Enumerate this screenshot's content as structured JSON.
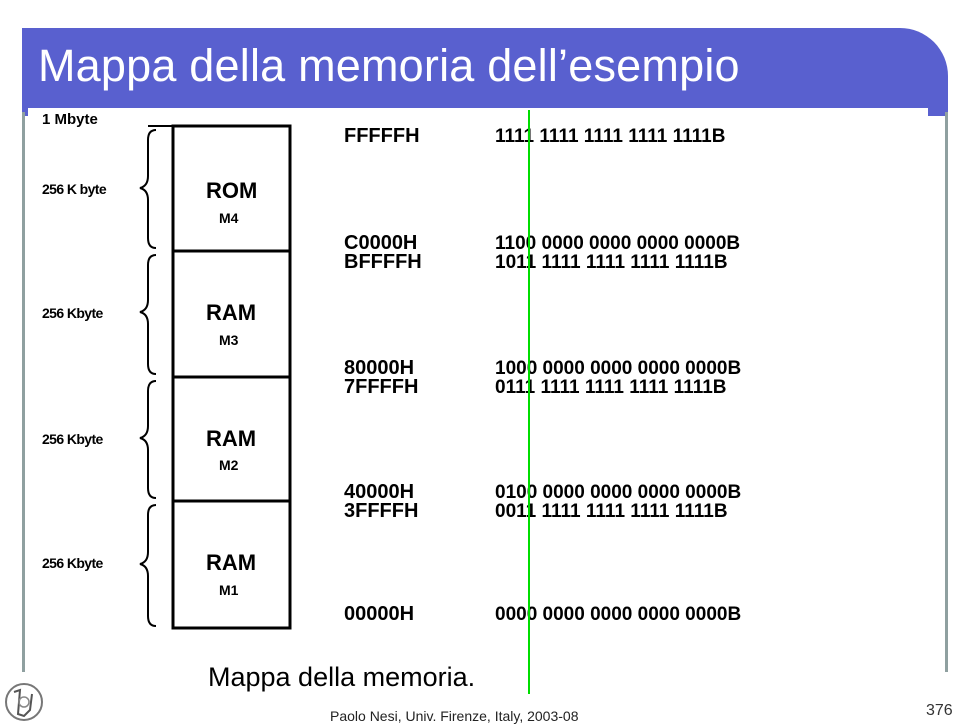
{
  "slide": {
    "title": "Mappa della memoria dell’esempio",
    "footer": "Paolo Nesi, Univ. Firenze, Italy, 2003-08",
    "page_number": "376"
  },
  "figure": {
    "total_label": "1 Mbyte",
    "caption": "Mappa della memoria.",
    "blocks": [
      {
        "size": "256 K byte",
        "type": "ROM",
        "module": "M4"
      },
      {
        "size": "256 Kbyte",
        "type": "RAM",
        "module": "M3"
      },
      {
        "size": "256 Kbyte",
        "type": "RAM",
        "module": "M2"
      },
      {
        "size": "256 Kbyte",
        "type": "RAM",
        "module": "M1"
      }
    ],
    "addresses": [
      {
        "hex": "FFFFFH",
        "bin": "1111 1111 1111 1111 1111B"
      },
      {
        "hex": "C0000H",
        "bin": "1100 0000 0000 0000 0000B"
      },
      {
        "hex": "BFFFFH",
        "bin": "1011 1111 1111 1111 1111B"
      },
      {
        "hex": "80000H",
        "bin": "1000 0000 0000 0000 0000B"
      },
      {
        "hex": "7FFFFH",
        "bin": "0111 1111 1111 1111 1111B"
      },
      {
        "hex": "40000H",
        "bin": "0100 0000 0000 0000 0000B"
      },
      {
        "hex": "3FFFFH",
        "bin": "0011 1111 1111 1111 1111B"
      },
      {
        "hex": "00000H",
        "bin": "0000 0000 0000 0000 0000B"
      }
    ]
  },
  "colors": {
    "title_bar": "#5960cf",
    "frame": "#8fa0a0",
    "marker_line": "#00dd00"
  }
}
